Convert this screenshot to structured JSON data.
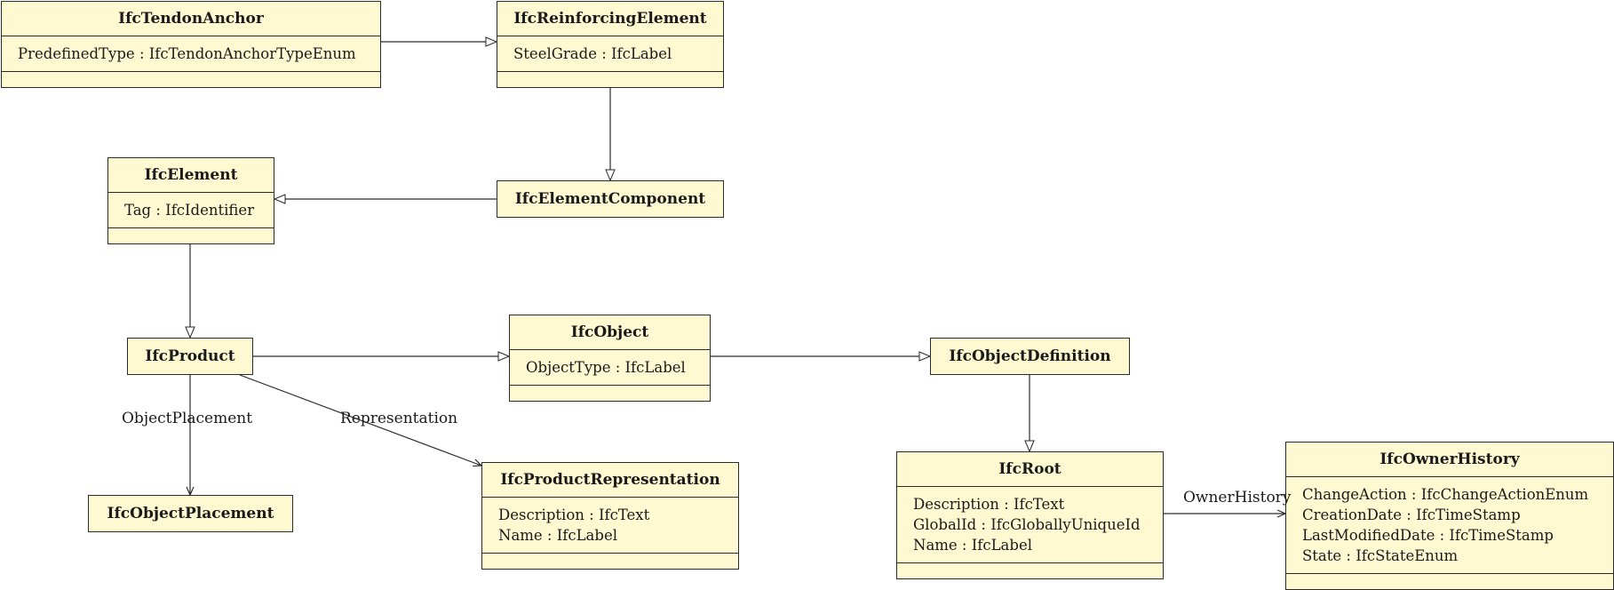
{
  "classes": {
    "tendon_anchor": {
      "name": "IfcTendonAnchor",
      "attributes": [
        "PredefinedType : IfcTendonAnchorTypeEnum"
      ]
    },
    "reinforcing_element": {
      "name": "IfcReinforcingElement",
      "attributes": [
        "SteelGrade : IfcLabel"
      ]
    },
    "element": {
      "name": "IfcElement",
      "attributes": [
        "Tag : IfcIdentifier"
      ]
    },
    "element_component": {
      "name": "IfcElementComponent"
    },
    "product": {
      "name": "IfcProduct"
    },
    "object": {
      "name": "IfcObject",
      "attributes": [
        "ObjectType : IfcLabel"
      ]
    },
    "object_definition": {
      "name": "IfcObjectDefinition"
    },
    "object_placement": {
      "name": "IfcObjectPlacement"
    },
    "product_representation": {
      "name": "IfcProductRepresentation",
      "attributes": [
        "Description : IfcText",
        "Name : IfcLabel"
      ]
    },
    "root": {
      "name": "IfcRoot",
      "attributes": [
        "Description : IfcText",
        "GlobalId : IfcGloballyUniqueId",
        "Name : IfcLabel"
      ]
    },
    "owner_history": {
      "name": "IfcOwnerHistory",
      "attributes": [
        "ChangeAction : IfcChangeActionEnum",
        "CreationDate : IfcTimeStamp",
        "LastModifiedDate : IfcTimeStamp",
        "State : IfcStateEnum"
      ]
    }
  },
  "relations": {
    "object_placement": "ObjectPlacement",
    "representation": "Representation",
    "owner_history": "OwnerHistory"
  }
}
